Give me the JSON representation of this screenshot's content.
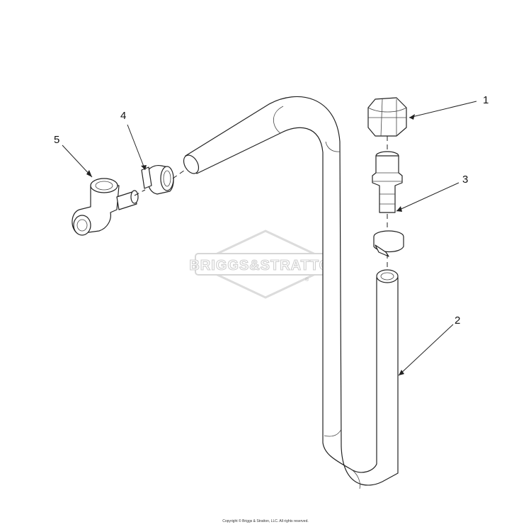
{
  "watermark": {
    "text": "BRIGGS&STRATTON",
    "mark": "®"
  },
  "callouts": [
    {
      "id": "1",
      "label": "1"
    },
    {
      "id": "2",
      "label": "2"
    },
    {
      "id": "3",
      "label": "3"
    },
    {
      "id": "4",
      "label": "4"
    },
    {
      "id": "5",
      "label": "5"
    }
  ],
  "footer": {
    "copyright": "Copyright © Briggs & Stratton, LLC. All rights reserved."
  }
}
